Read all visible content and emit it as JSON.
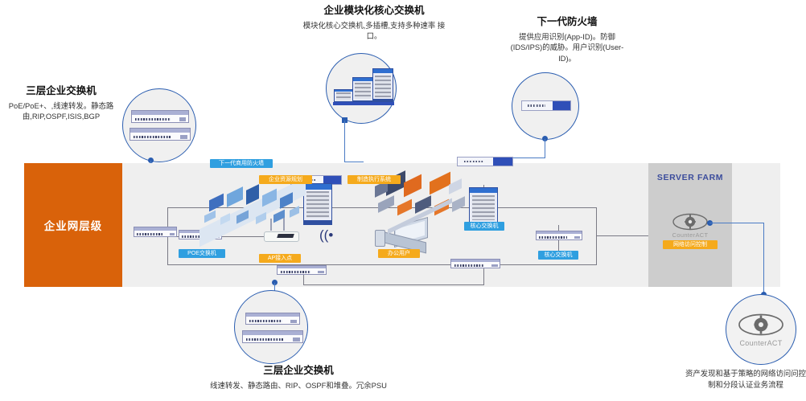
{
  "diagram": {
    "title_visible": false,
    "colors": {
      "orange_band": "#d9620a",
      "main_band": "#efefef",
      "server_band": "#cdcdcd",
      "accent_blue": "#2a5db0",
      "pill_blue": "#2f9fe0",
      "pill_orange": "#f5aa1c",
      "server_title": "#3b4c9c"
    }
  },
  "callouts": [
    {
      "id": "l3-enterprise-switch-top-left",
      "title": "三层企业交换机",
      "body": "PoE/PoE+、,线速转发。静态路由,RIP,OSPF,ISIS,BGP",
      "device": "stacked-rack-switches"
    },
    {
      "id": "modular-core-switch",
      "title": "企业模块化核心交换机",
      "body": "模块化核心交换机,多插槽,支持多种速率 接口。",
      "device": "modular-chassis-switches"
    },
    {
      "id": "next-gen-firewall",
      "title": "下一代防火墙",
      "body": "提供应用识别(App-ID)。防御 (IDS/IPS)的威胁。用户识别(User-ID)。",
      "device": "firewall-appliance"
    },
    {
      "id": "l3-enterprise-switch-bottom",
      "title": "三层企业交换机",
      "body": "线速转发、静态路由、RIP、OSPF和堆叠。冗余PSU",
      "device": "stacked-rack-switches"
    },
    {
      "id": "counteract",
      "title": "",
      "body": "资产发现和基于策略的网络访问问控制和分段认证业务流程",
      "device": "counteract-eye",
      "device_label": "CounterACT"
    }
  ],
  "bands": {
    "enterprise_tier_label": "企业网层级",
    "server_farm_label": "SERVER FARM"
  },
  "inline_labels": [
    {
      "text": "下一代商用防火墙",
      "style": "blue"
    },
    {
      "text": "企业资源规划",
      "style": "orange"
    },
    {
      "text": "制造执行系统",
      "style": "orange"
    },
    {
      "text": "POE交换机",
      "style": "blue"
    },
    {
      "text": "AP接入点",
      "style": "orange"
    },
    {
      "text": "办公用户",
      "style": "orange"
    },
    {
      "text": "核心交换机",
      "style": "blue"
    },
    {
      "text": "核心交换机",
      "style": "blue"
    },
    {
      "text": "网络访问控制",
      "style": "orange"
    }
  ],
  "server_farm": {
    "counteract_label": "CounterACT",
    "nac_label": "网络访问控制"
  }
}
